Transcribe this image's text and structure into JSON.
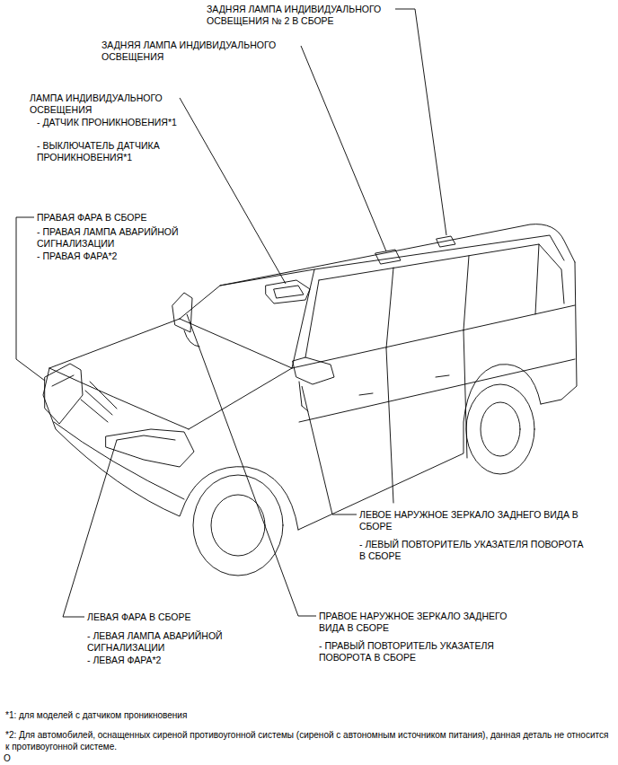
{
  "diagram": {
    "labels": [
      "ЗАДНЯЯ ЛАМПА ИНДИВИДУАЛЬНОГО ОСВЕЩЕНИЯ № 2 В СБОРЕ",
      "ЗАДНЯЯ ЛАМПА ИНДИВИДУАЛЬНОГО ОСВЕЩЕНИЯ",
      "ЛАМПА ИНДИВИДУАЛЬНОГО ОСВЕЩЕНИЯ",
      "- ДАТЧИК ПРОНИКНОВЕНИЯ*1",
      "- ВЫКЛЮЧАТЕЛЬ ДАТЧИКА ПРОНИКНОВЕНИЯ*1",
      "ПРАВАЯ ФАРА В СБОРЕ",
      "- ПРАВАЯ ЛАМПА АВАРИЙНОЙ СИГНАЛИЗАЦИИ",
      "- ПРАВАЯ ФАРА*2",
      "ЛЕВОЕ НАРУЖНОЕ ЗЕРКАЛО ЗАДНЕГО ВИДА В СБОРЕ",
      "- ЛЕВЫЙ ПОВТОРИТЕЛЬ УКАЗАТЕЛЯ ПОВОРОТА В СБОРЕ",
      "ЛЕВАЯ ФАРА В СБОРЕ",
      "- ЛЕВАЯ ЛАМПА АВАРИЙНОЙ СИГНАЛИЗАЦИИ",
      "- ЛЕВАЯ ФАРА*2",
      "ПРАВОЕ НАРУЖНОЕ ЗЕРКАЛО ЗАДНЕГО ВИДА В СБОРЕ",
      "- ПРАВЫЙ ПОВТОРИТЕЛЬ УКАЗАТЕЛЯ ПОВОРОТА В СБОРЕ",
      "*1: для моделей с датчиком проникновения",
      "*2: Для автомобилей, оснащенных сиреной противоугонной системы (сиреной с автономным источником питания), данная деталь не относится к противоугонной системе.",
      "O"
    ]
  }
}
